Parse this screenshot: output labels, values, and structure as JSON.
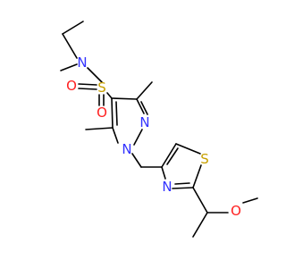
{
  "molecule": {
    "atoms": {
      "n_amide": {
        "label": "N",
        "color": "#3333ff"
      },
      "sulfur_sulfonyl": {
        "label": "S",
        "color": "#c8a000"
      },
      "oxygen_left": {
        "label": "O",
        "color": "#ff2020"
      },
      "oxygen_bottom": {
        "label": "O",
        "color": "#ff2020"
      },
      "n_pyrazole_2": {
        "label": "N",
        "color": "#3333ff"
      },
      "n_pyrazole_1": {
        "label": "N",
        "color": "#3333ff"
      },
      "sulfur_thiazole": {
        "label": "S",
        "color": "#c8a000"
      },
      "n_thiazole": {
        "label": "N",
        "color": "#3333ff"
      },
      "oxygen_ether": {
        "label": "O",
        "color": "#ff2020"
      }
    }
  }
}
